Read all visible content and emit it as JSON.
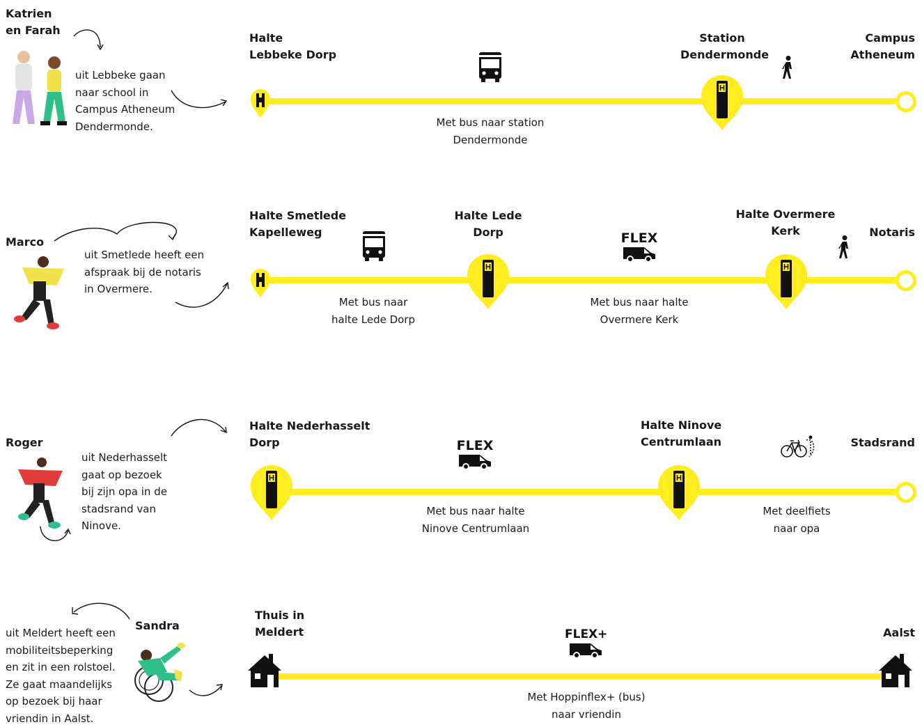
{
  "colors": {
    "route_line": "#ffed1f",
    "text": "#1a1a1a"
  },
  "journeys": [
    {
      "person": "Katrien en Farah",
      "person_lines": [
        "Katrien",
        "en Farah"
      ],
      "description_lines": [
        "uit Lebbeke gaan",
        "naar school in",
        "Campus Atheneum",
        "Dendermonde."
      ],
      "stops": [
        {
          "lines": [
            "Halte",
            "Lebbeke Dorp"
          ],
          "marker": "bus-stop-pin-icon"
        },
        {
          "lines": [
            "Station",
            "Dendermonde"
          ],
          "marker": "station-pin-icon"
        },
        {
          "lines": [
            "Campus",
            "Atheneum"
          ],
          "marker": "end-ring"
        }
      ],
      "segments": [
        {
          "mode": "bus-icon",
          "lines": [
            "Met bus naar station",
            "Dendermonde"
          ]
        },
        {
          "mode": "walking-icon",
          "lines": []
        }
      ]
    },
    {
      "person": "Marco",
      "description_lines": [
        "uit Smetlede heeft een",
        "afspraak bij de notaris",
        "in Overmere."
      ],
      "stops": [
        {
          "lines": [
            "Halte Smetlede",
            "Kapelleweg"
          ],
          "marker": "bus-stop-pin-icon"
        },
        {
          "lines": [
            "Halte Lede",
            "Dorp"
          ],
          "marker": "station-pin-icon"
        },
        {
          "lines": [
            "Halte Overmere",
            "Kerk"
          ],
          "marker": "station-pin-icon"
        },
        {
          "lines": [
            "Notaris"
          ],
          "marker": "end-ring"
        }
      ],
      "segments": [
        {
          "mode": "bus-icon",
          "lines": [
            "Met bus naar",
            "halte Lede Dorp"
          ]
        },
        {
          "mode": "flex-van-icon",
          "label": "FLEX",
          "lines": [
            "Met bus naar halte",
            "Overmere Kerk"
          ]
        },
        {
          "mode": "walking-icon",
          "lines": []
        }
      ]
    },
    {
      "person": "Roger",
      "description_lines": [
        "uit Nederhasselt",
        "gaat op bezoek",
        "bij zijn opa in de",
        "stadsrand van",
        "Ninove."
      ],
      "stops": [
        {
          "lines": [
            "Halte Nederhasselt",
            "Dorp"
          ],
          "marker": "station-pin-icon"
        },
        {
          "lines": [
            "Halte Ninove",
            "Centrumlaan"
          ],
          "marker": "station-pin-icon"
        },
        {
          "lines": [
            "Stadsrand"
          ],
          "marker": "end-ring"
        }
      ],
      "segments": [
        {
          "mode": "flex-van-icon",
          "label": "FLEX",
          "lines": [
            "Met bus naar halte",
            "Ninove Centrumlaan"
          ]
        },
        {
          "mode": "shared-bike-icon",
          "lines": [
            "Met deelfiets",
            "naar opa"
          ]
        }
      ]
    },
    {
      "person": "Sandra",
      "description_lines": [
        "uit Meldert heeft een",
        "mobiliteitsbeperking",
        "en zit in een rolstoel.",
        "Ze gaat maandelijks",
        "op bezoek bij haar",
        "vriendin in Aalst."
      ],
      "stops": [
        {
          "lines": [
            "Thuis in",
            "Meldert"
          ],
          "marker": "house-icon"
        },
        {
          "lines": [
            "Aalst"
          ],
          "marker": "house-icon"
        }
      ],
      "segments": [
        {
          "mode": "flex-plus-van-icon",
          "label": "FLEX+",
          "lines": [
            "Met Hoppinflex+ (bus)",
            "naar vriendin"
          ]
        }
      ]
    }
  ]
}
